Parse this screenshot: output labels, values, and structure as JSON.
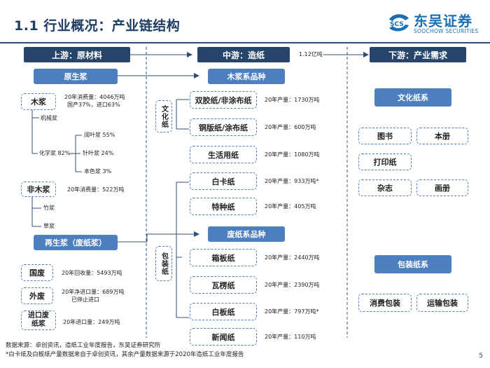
{
  "header": {
    "title": "1.1 行业概况：产业链结构",
    "logo_cn": "东吴证券",
    "logo_en": "SOOCHOW SECURITIES",
    "logo_mark": "SCS"
  },
  "upstream": {
    "header": "上游：原材料",
    "virgin_pulp": "原生浆",
    "wood_pulp": "木浆",
    "wood_pulp_note1": "20年消费量：4046万吨",
    "wood_pulp_note2": "国产37%，进口63%",
    "mechanical_pulp": "机械浆",
    "chemical_pulp": "化学浆 82%",
    "softwood": "阔叶浆 55%",
    "hardwood": "针叶浆 24%",
    "unbleached": "本色浆 3%",
    "nonwood_pulp": "非木浆",
    "nonwood_note": "20年消费量：522万吨",
    "bamboo": "竹浆",
    "straw": "草浆",
    "recycled_pulp": "再生浆（废纸浆）",
    "domestic_waste": "国废",
    "domestic_note": "20年回收量：5493万吨",
    "foreign_waste": "外废",
    "foreign_note1": "20年净进口量：689万吨",
    "foreign_note2": "已停止进口",
    "imported_waste": "进口废纸浆",
    "imported_note": "20年进口量：249万吨"
  },
  "midstream": {
    "header": "中游：造纸",
    "total_note": "1.12亿吨",
    "wood_series": "木浆系品种",
    "culture_paper": "文化纸",
    "packaging_paper": "包装纸",
    "waste_series": "废纸系品种",
    "products": [
      {
        "name": "双胶纸/非涂布纸",
        "note": "20年产量：1730万吨"
      },
      {
        "name": "铜版纸/涂布纸",
        "note": "20年产量：600万吨"
      },
      {
        "name": "生活用纸",
        "note": "20年产量：1080万吨"
      },
      {
        "name": "白卡纸",
        "note": "20年产量：933万吨*"
      },
      {
        "name": "特种纸",
        "note": "20年产量：405万吨"
      },
      {
        "name": "箱板纸",
        "note": "20年产量：2440万吨"
      },
      {
        "name": "瓦楞纸",
        "note": "20年产量：2390万吨"
      },
      {
        "name": "白板纸",
        "note": "20年产量：797万吨*"
      },
      {
        "name": "新闻纸",
        "note": "20年产量：110万吨"
      }
    ]
  },
  "downstream": {
    "header": "下游：产业需求",
    "culture_system": "文化纸系",
    "books": "图书",
    "notebooks": "本册",
    "printing": "打印纸",
    "magazines": "杂志",
    "albums": "画册",
    "packaging_system": "包装纸系",
    "consumer_packaging": "消费包装",
    "transport_packaging": "运输包装"
  },
  "footer": {
    "source1": "数据来源：卓创资讯，造纸工业年度报告，东吴证券研究所",
    "source2": "*白卡纸及白板纸产量数据来自于卓创资讯，其余产量数据来源于2020年造纸工业年度报告",
    "page": "5"
  },
  "colors": {
    "navy": "#27456b",
    "blue": "#4d7fc0",
    "line": "#2c4f7c"
  }
}
